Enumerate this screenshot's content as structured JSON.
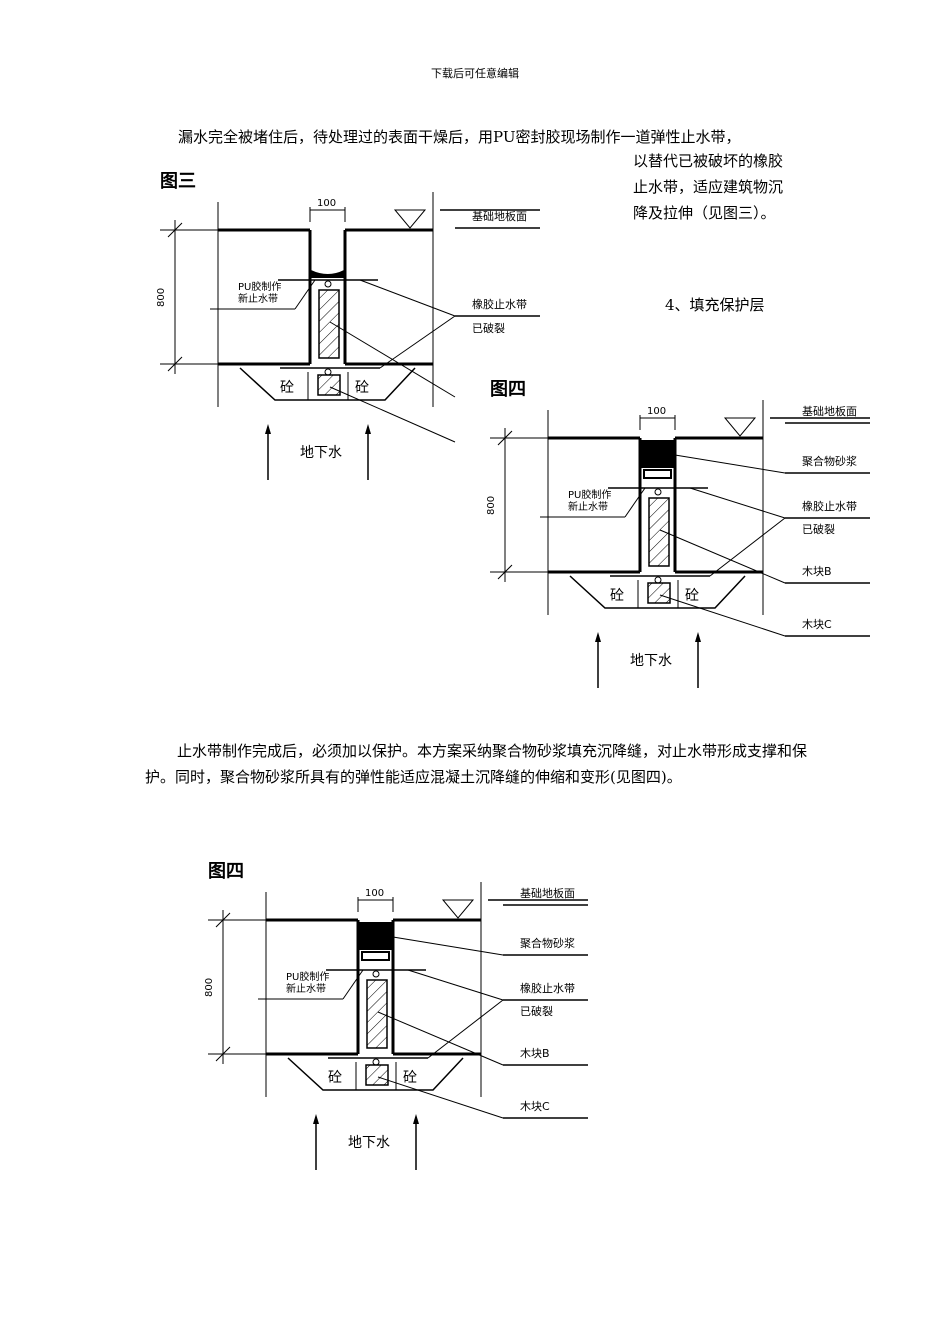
{
  "header": "下载后可任意编辑",
  "para1": {
    "line1": "漏水完全被堵住后，待处理过的表面干燥后，用PU密封胶现场制作一道弹性止水带，",
    "wrap": [
      "以替代已被破坏的橡胶",
      "止水带，适应建筑物沉",
      "降及拉伸（见图三）。"
    ]
  },
  "section4": "4、填充保护层",
  "para2": "止水带制作完成后，必须加以保护。本方案采纳聚合物砂浆填充沉降缝，对止水带形成支撑和保护。同时，聚合物砂浆所具有的弹性能适应混凝土沉降缝的伸缩和变形(见图四)。",
  "figures": [
    {
      "title": "图三",
      "width_dim": "100",
      "height_dim": "800",
      "pu_label": [
        "PU胶制作",
        "新止水带"
      ],
      "concrete": "砼",
      "water": "地下水",
      "mortar": false,
      "labels": [
        "基础地板面",
        "橡胶止水带",
        "已破裂"
      ]
    },
    {
      "title": "图四",
      "width_dim": "100",
      "height_dim": "800",
      "pu_label": [
        "PU胶制作",
        "新止水带"
      ],
      "concrete": "砼",
      "water": "地下水",
      "mortar": true,
      "labels": [
        "基础地板面",
        "聚合物砂浆",
        "橡胶止水带",
        "已破裂",
        "木块B",
        "木块C"
      ]
    },
    {
      "title": "图四",
      "width_dim": "100",
      "height_dim": "800",
      "pu_label": [
        "PU胶制作",
        "新止水带"
      ],
      "concrete": "砼",
      "water": "地下水",
      "mortar": true,
      "labels": [
        "基础地板面",
        "聚合物砂浆",
        "橡胶止水带",
        "已破裂",
        "木块B",
        "木块C"
      ]
    }
  ]
}
